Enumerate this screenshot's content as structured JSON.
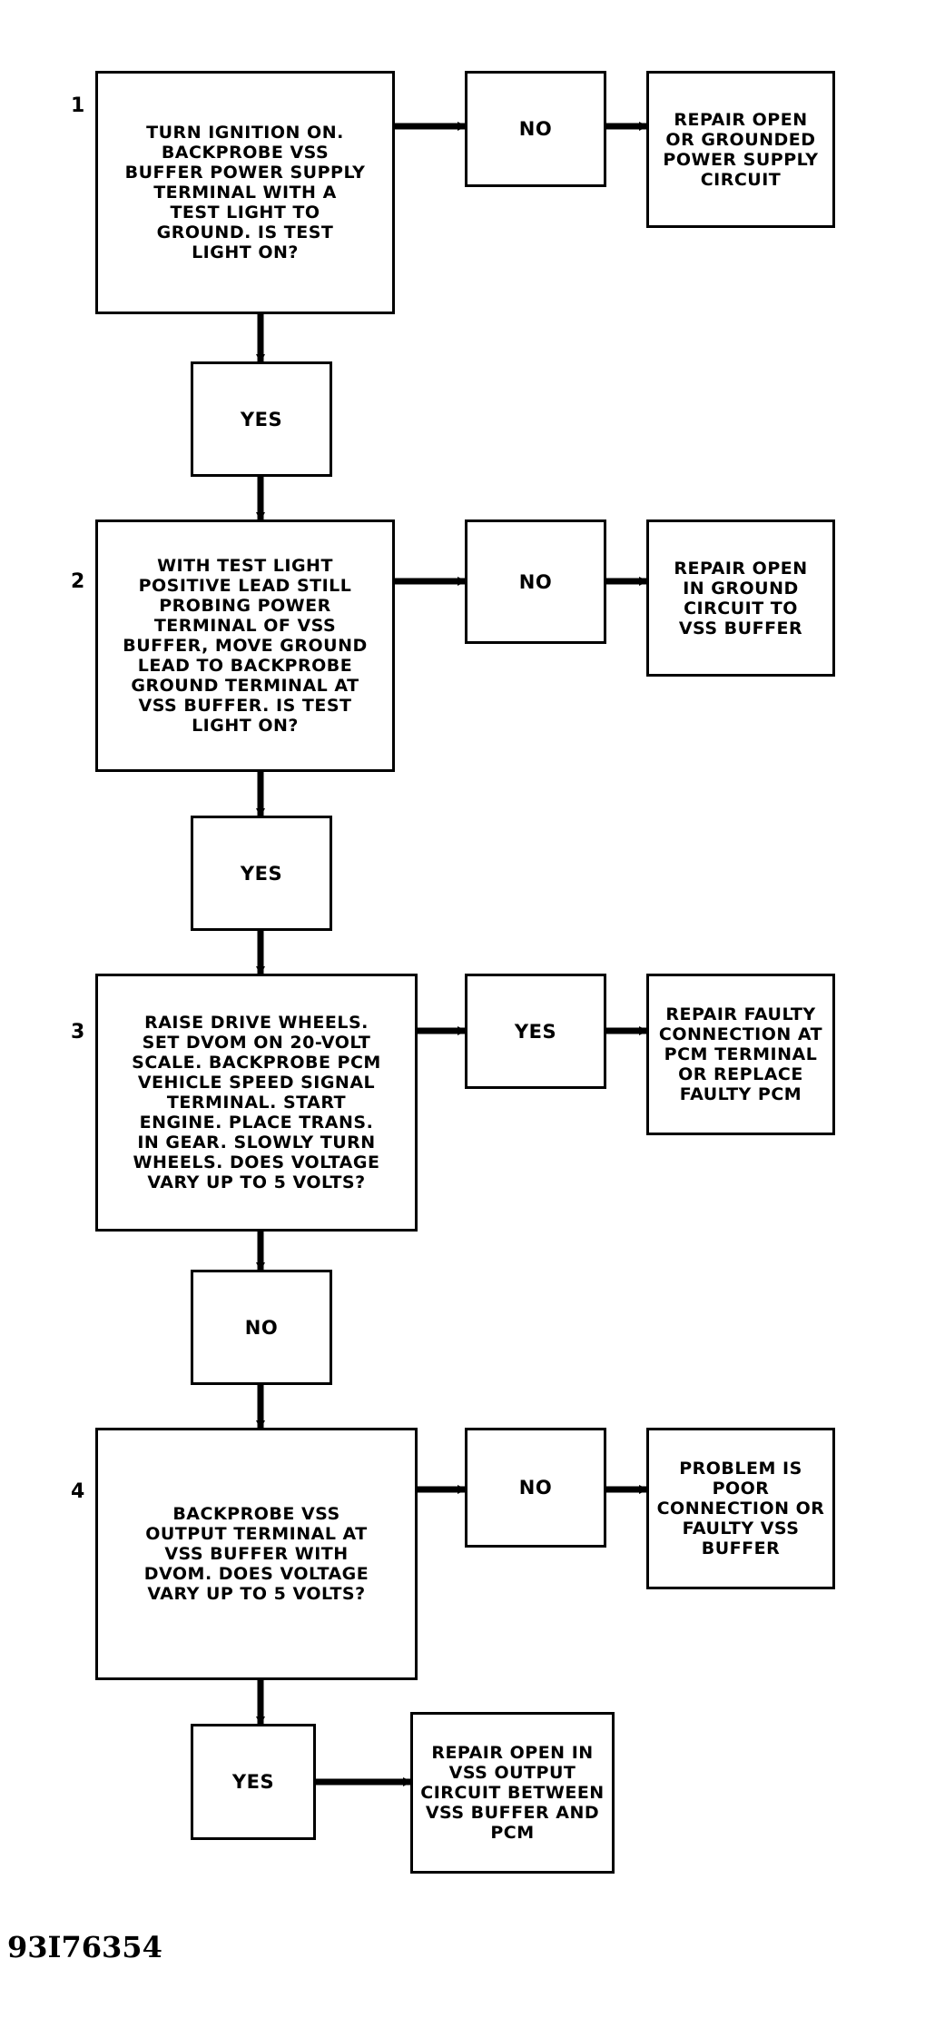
{
  "steps": [
    {
      "number": "1",
      "question": "TURN IGNITION ON.\nBACKPROBE VSS\nBUFFER POWER SUPPLY\nTERMINAL WITH A\nTEST LIGHT TO\nGROUND. IS TEST\nLIGHT ON?",
      "side_label": "NO",
      "side_result": "REPAIR OPEN\nOR GROUNDED\nPOWER SUPPLY\nCIRCUIT",
      "down_label": "YES"
    },
    {
      "number": "2",
      "question": "WITH TEST LIGHT\nPOSITIVE LEAD STILL\nPROBING POWER\nTERMINAL OF VSS\nBUFFER, MOVE GROUND\nLEAD TO BACKPROBE\nGROUND TERMINAL AT\nVSS BUFFER. IS TEST\nLIGHT ON?",
      "side_label": "NO",
      "side_result": "REPAIR OPEN\nIN GROUND\nCIRCUIT TO\nVSS BUFFER",
      "down_label": "YES"
    },
    {
      "number": "3",
      "question": "RAISE DRIVE WHEELS.\nSET DVOM ON 20-VOLT\nSCALE. BACKPROBE PCM\nVEHICLE SPEED SIGNAL\nTERMINAL. START\nENGINE. PLACE TRANS.\nIN GEAR. SLOWLY TURN\nWHEELS. DOES VOLTAGE\nVARY UP TO 5 VOLTS?",
      "side_label": "YES",
      "side_result": "REPAIR FAULTY\nCONNECTION AT\nPCM TERMINAL\nOR REPLACE\nFAULTY PCM",
      "down_label": "NO"
    },
    {
      "number": "4",
      "question": "BACKPROBE VSS\nOUTPUT TERMINAL AT\nVSS BUFFER WITH\nDVOM. DOES VOLTAGE\nVARY UP TO 5 VOLTS?",
      "side_label": "NO",
      "side_result": "PROBLEM IS\nPOOR\nCONNECTION OR\nFAULTY VSS\nBUFFER",
      "down_label": "YES"
    }
  ],
  "final_result": "REPAIR OPEN IN\nVSS OUTPUT\nCIRCUIT BETWEEN\nVSS BUFFER AND\nPCM",
  "figure_code": "93I76354"
}
